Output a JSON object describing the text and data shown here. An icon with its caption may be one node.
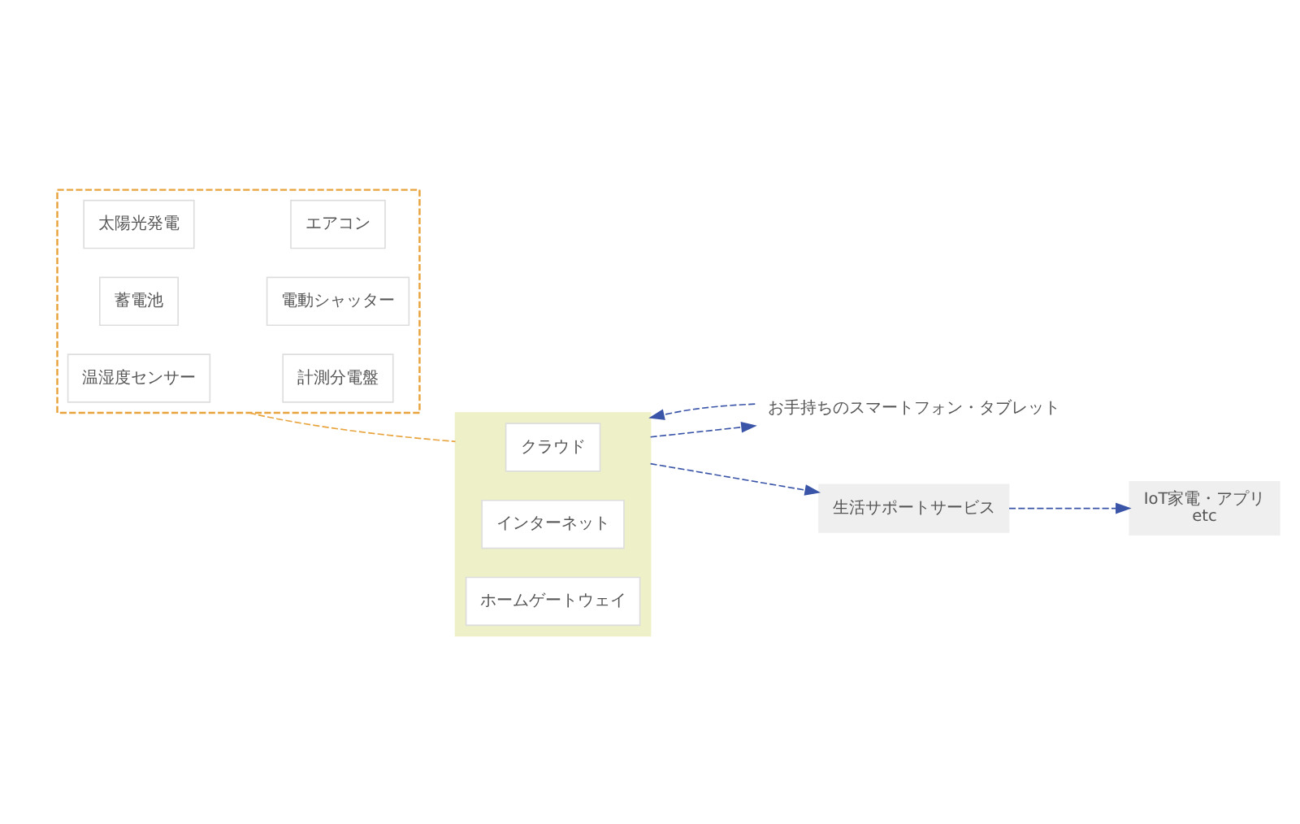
{
  "diagram": {
    "nodes": [
      {
        "text": [],
        "shape": "box"
      },
      {
        "text": [
          "温湿度センサー"
        ],
        "in": 0
      },
      {
        "text": [
          "計測分電盤"
        ],
        "in": 0
      },
      {
        "text": [
          "太陽光発電"
        ],
        "in": 0
      },
      {
        "text": [
          "エアコン"
        ],
        "in": 0
      },
      {
        "text": [
          "蓄電池"
        ],
        "in": 0
      },
      {
        "text": [
          "電動シャッター"
        ],
        "in": 0
      },
      {
        "text": [],
        "shape": "box"
      },
      {
        "text": [
          "クラウド"
        ],
        "in": 7
      },
      {
        "text": [
          "インターネット"
        ],
        "in": 7
      },
      {
        "text": [
          "ホームゲートウェイ"
        ],
        "in": 7
      },
      {
        "text": [
          "お手持ちのスマートフォン・タブレット"
        ]
      },
      {
        "text": [
          "生活サポートサービス"
        ]
      },
      {
        "text": [
          "IoT家電・アプリ",
          "etc"
        ]
      }
    ],
    "edges": [
      {
        "from": 0,
        "to": 7,
        "arrow": "none",
        "style": "dashed",
        "color": "#e8a33c"
      },
      {
        "from": 7,
        "to": 11,
        "arrow": "to",
        "style": "dashed"
      },
      {
        "from": 11,
        "to": 7,
        "arrow": "to",
        "style": "dashed"
      },
      {
        "from": 7,
        "to": 12,
        "arrow": "to",
        "style": "dashed"
      },
      {
        "from": 12,
        "to": 13,
        "arrow": "to",
        "style": "dashed"
      }
    ]
  }
}
